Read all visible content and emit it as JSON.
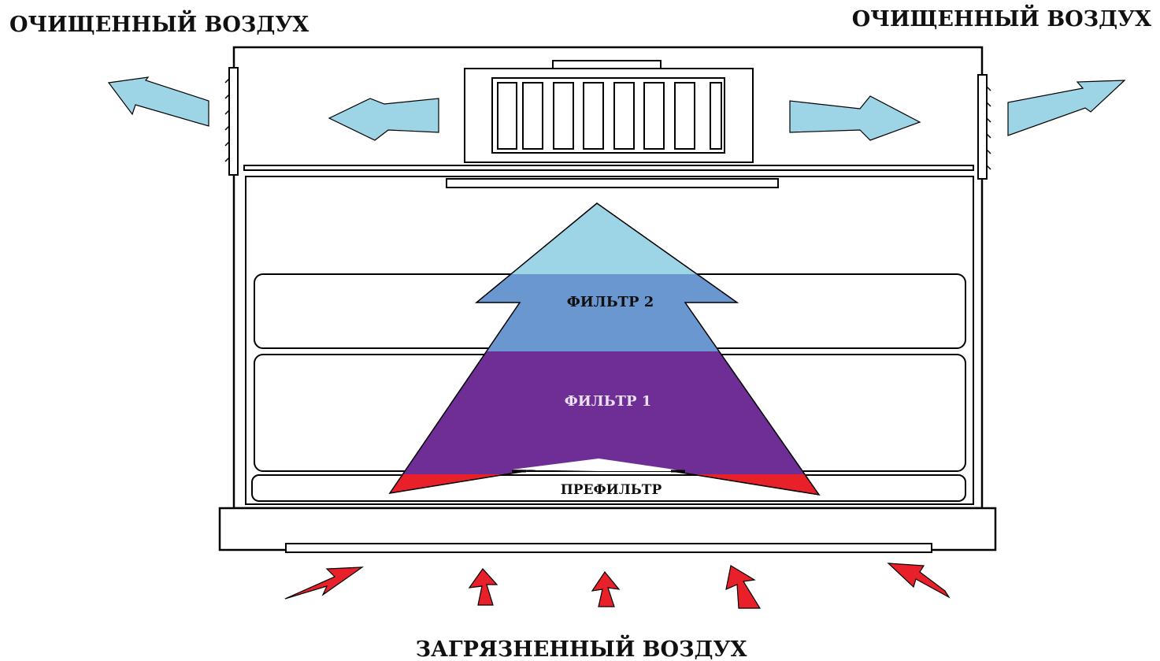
{
  "labels": {
    "top_left": "ОЧИЩЕННЫЙ ВОЗДУХ",
    "top_right": "ОЧИЩЕННЫЙ ВОЗДУХ",
    "bottom": "ЗАГРЯЗНЕННЫЙ ВОЗДУХ",
    "filter2": "ФИЛЬТР 2",
    "filter1": "ФИЛЬТР 1",
    "prefilter": "ПРЕФИЛЬТР"
  },
  "colors": {
    "clean_air": "#9ed5e6",
    "filter2_zone": "#6a97cf",
    "filter1_zone": "#6e2e96",
    "dirty_air": "#e8202a",
    "outline": "#000000"
  }
}
